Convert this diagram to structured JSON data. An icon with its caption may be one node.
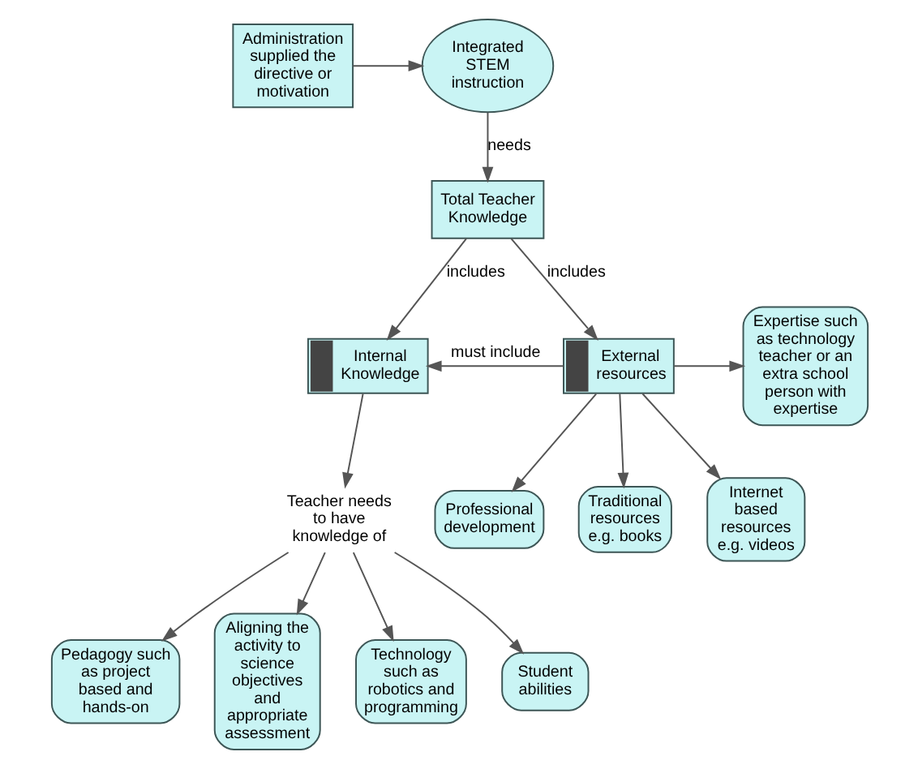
{
  "diagram": {
    "nodes": [
      {
        "text": [
          "Administration supplied the directive or motivation"
        ]
      },
      {
        "text": [
          "Integrated STEM instruction"
        ]
      },
      {
        "text": [
          "Total Teacher Knowledge"
        ]
      },
      {
        "text": [
          "Internal Knowledge"
        ]
      },
      {
        "text": [
          "External resources"
        ]
      },
      {
        "text": [
          "Teacher needs to have knowledge of"
        ]
      },
      {
        "text": [
          "Pedagogy such as project based and hands-on"
        ]
      },
      {
        "text": [
          "Aligning the activity to science objectives and appropriate assessment"
        ]
      },
      {
        "text": [
          "Technology such as robotics and programming"
        ]
      },
      {
        "text": [
          "Student abilities"
        ]
      },
      {
        "text": [
          "Expertise such as technology teacher or an extra school person with expertise"
        ]
      },
      {
        "text": [
          "Professional development"
        ]
      },
      {
        "text": [
          "Traditional resources e.g. books"
        ]
      },
      {
        "text": [
          "Internet based resources e.g. videos"
        ]
      }
    ],
    "edges": [
      {
        "from": 0,
        "to": 1,
        "arrow": "to"
      },
      {
        "from": 1,
        "to": 2,
        "arrow": "to",
        "label": "needs"
      },
      {
        "from": 2,
        "to": 3,
        "arrow": "to",
        "label": "includes"
      },
      {
        "from": 2,
        "to": 4,
        "arrow": "to",
        "label": "includes"
      },
      {
        "from": 4,
        "to": 3,
        "arrow": "to",
        "label": "must include"
      },
      {
        "from": 3,
        "to": 5,
        "arrow": "to"
      },
      {
        "from": 5,
        "to": 6,
        "arrow": "to"
      },
      {
        "from": 5,
        "to": 7,
        "arrow": "to"
      },
      {
        "from": 5,
        "to": 8,
        "arrow": "to"
      },
      {
        "from": 5,
        "to": 9,
        "arrow": "to"
      },
      {
        "from": 4,
        "to": 10,
        "arrow": "to"
      },
      {
        "from": 4,
        "to": 11,
        "arrow": "to"
      },
      {
        "from": 4,
        "to": 13,
        "arrow": "to"
      },
      {
        "from": 4,
        "to": 12,
        "arrow": "to"
      }
    ]
  }
}
